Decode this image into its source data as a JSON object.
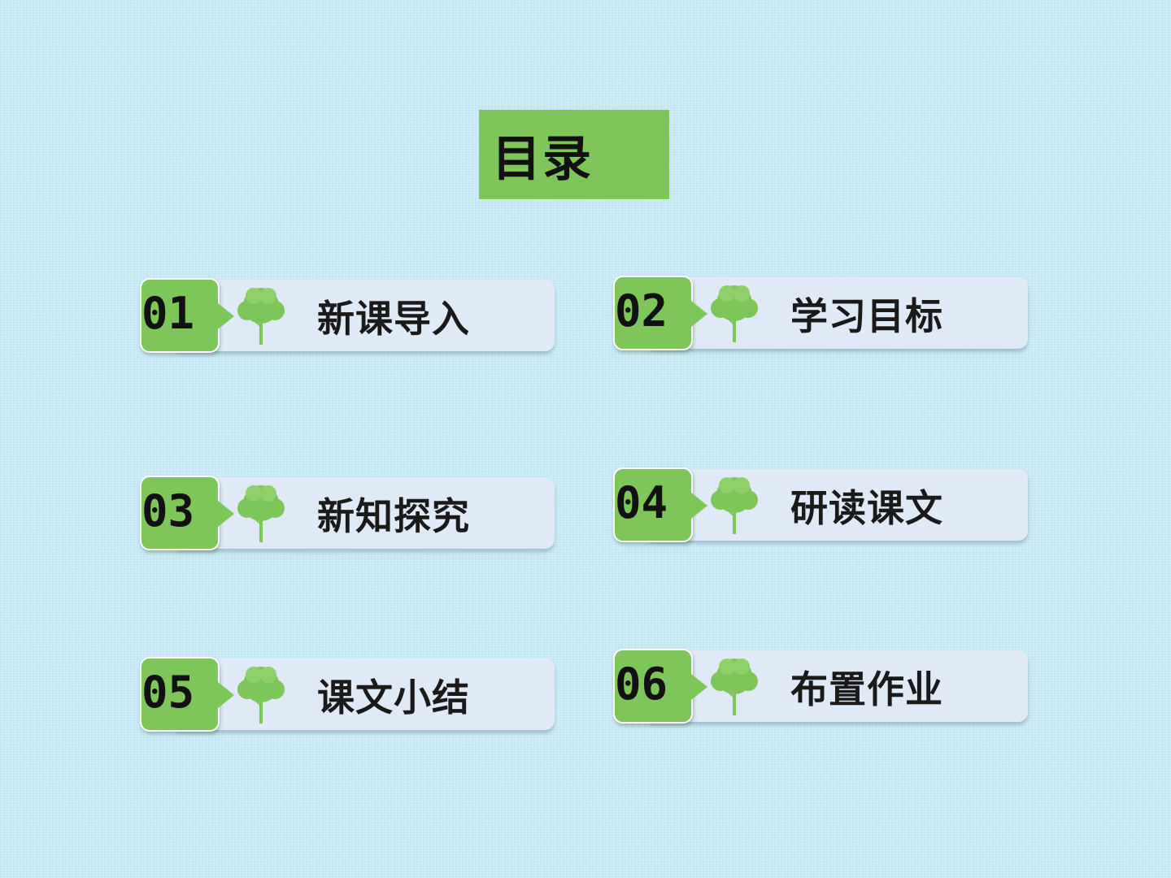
{
  "slide": {
    "title": "目录",
    "colors": {
      "background": "#c7e9f5",
      "accent_green": "#7ec55a",
      "card": "#dfeaf6",
      "text": "#111111"
    },
    "items": [
      {
        "number": "01",
        "label": "新课导入",
        "icon": "tree-icon"
      },
      {
        "number": "02",
        "label": "学习目标",
        "icon": "tree-icon"
      },
      {
        "number": "03",
        "label": "新知探究",
        "icon": "tree-icon"
      },
      {
        "number": "04",
        "label": "研读课文",
        "icon": "tree-icon"
      },
      {
        "number": "05",
        "label": "课文小结",
        "icon": "tree-icon"
      },
      {
        "number": "06",
        "label": "布置作业",
        "icon": "tree-icon"
      }
    ]
  }
}
